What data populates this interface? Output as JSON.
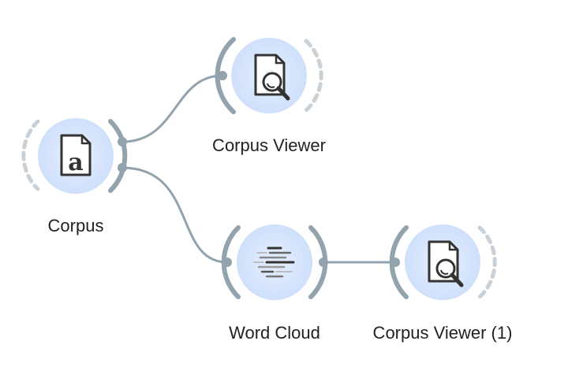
{
  "nodes": {
    "corpus": {
      "label": "Corpus",
      "icon": "document-letter-a-icon"
    },
    "viewer_top": {
      "label": "Corpus Viewer",
      "icon": "document-magnifier-icon"
    },
    "word_cloud": {
      "label": "Word Cloud",
      "icon": "word-cloud-lines-icon"
    },
    "viewer_1": {
      "label": "Corpus Viewer (1)",
      "icon": "document-magnifier-icon"
    }
  },
  "links": [
    {
      "from": "Corpus",
      "to": "Corpus Viewer"
    },
    {
      "from": "Corpus",
      "to": "Word Cloud"
    },
    {
      "from": "Word Cloud",
      "to": "Corpus Viewer (1)"
    }
  ],
  "colors": {
    "node_fill": "#ddeaff",
    "node_inner": "#c8dcf6",
    "channel": "#93a3ad",
    "channel_dashed": "#c9d0d6",
    "icon_stroke": "#333333"
  }
}
